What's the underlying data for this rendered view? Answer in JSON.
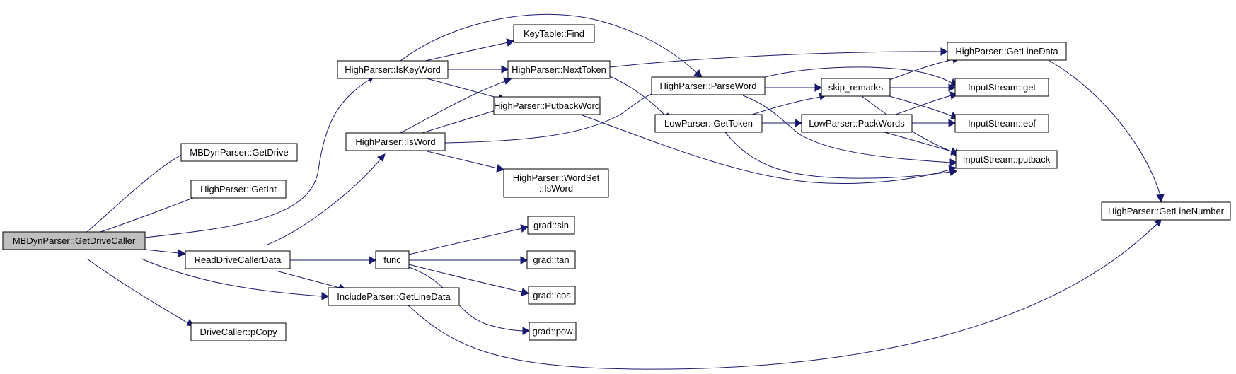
{
  "graph": {
    "nodes": [
      {
        "id": "root",
        "lines": [
          "MBDynParser::GetDriveCaller"
        ],
        "root": true
      },
      {
        "id": "getdrive",
        "lines": [
          "MBDynParser::GetDrive"
        ]
      },
      {
        "id": "getint",
        "lines": [
          "HighParser::GetInt"
        ]
      },
      {
        "id": "readdrive",
        "lines": [
          "ReadDriveCallerData"
        ]
      },
      {
        "id": "pcopy",
        "lines": [
          "DriveCaller::pCopy"
        ]
      },
      {
        "id": "iskeyword",
        "lines": [
          "HighParser::IsKeyWord"
        ]
      },
      {
        "id": "isword",
        "lines": [
          "HighParser::IsWord"
        ]
      },
      {
        "id": "func",
        "lines": [
          "func"
        ]
      },
      {
        "id": "incl",
        "lines": [
          "IncludeParser::GetLineData"
        ]
      },
      {
        "id": "keyfind",
        "lines": [
          "KeyTable::Find"
        ]
      },
      {
        "id": "nexttoken",
        "lines": [
          "HighParser::NextToken"
        ]
      },
      {
        "id": "putback",
        "lines": [
          "HighParser::PutbackWord"
        ]
      },
      {
        "id": "wordset",
        "lines": [
          "HighParser::WordSet",
          "::IsWord"
        ]
      },
      {
        "id": "sin",
        "lines": [
          "grad::sin"
        ]
      },
      {
        "id": "tan",
        "lines": [
          "grad::tan"
        ]
      },
      {
        "id": "cos",
        "lines": [
          "grad::cos"
        ]
      },
      {
        "id": "pow",
        "lines": [
          "grad::pow"
        ]
      },
      {
        "id": "parseword",
        "lines": [
          "HighParser::ParseWord"
        ]
      },
      {
        "id": "gettoken",
        "lines": [
          "LowParser::GetToken"
        ]
      },
      {
        "id": "skip",
        "lines": [
          "skip_remarks"
        ]
      },
      {
        "id": "pack",
        "lines": [
          "LowParser::PackWords"
        ]
      },
      {
        "id": "hgld",
        "lines": [
          "HighParser::GetLineData"
        ]
      },
      {
        "id": "isget",
        "lines": [
          "InputStream::get"
        ]
      },
      {
        "id": "iseof",
        "lines": [
          "InputStream::eof"
        ]
      },
      {
        "id": "isputback",
        "lines": [
          "InputStream::putback"
        ]
      },
      {
        "id": "getline",
        "lines": [
          "HighParser::GetLineNumber"
        ]
      }
    ]
  }
}
